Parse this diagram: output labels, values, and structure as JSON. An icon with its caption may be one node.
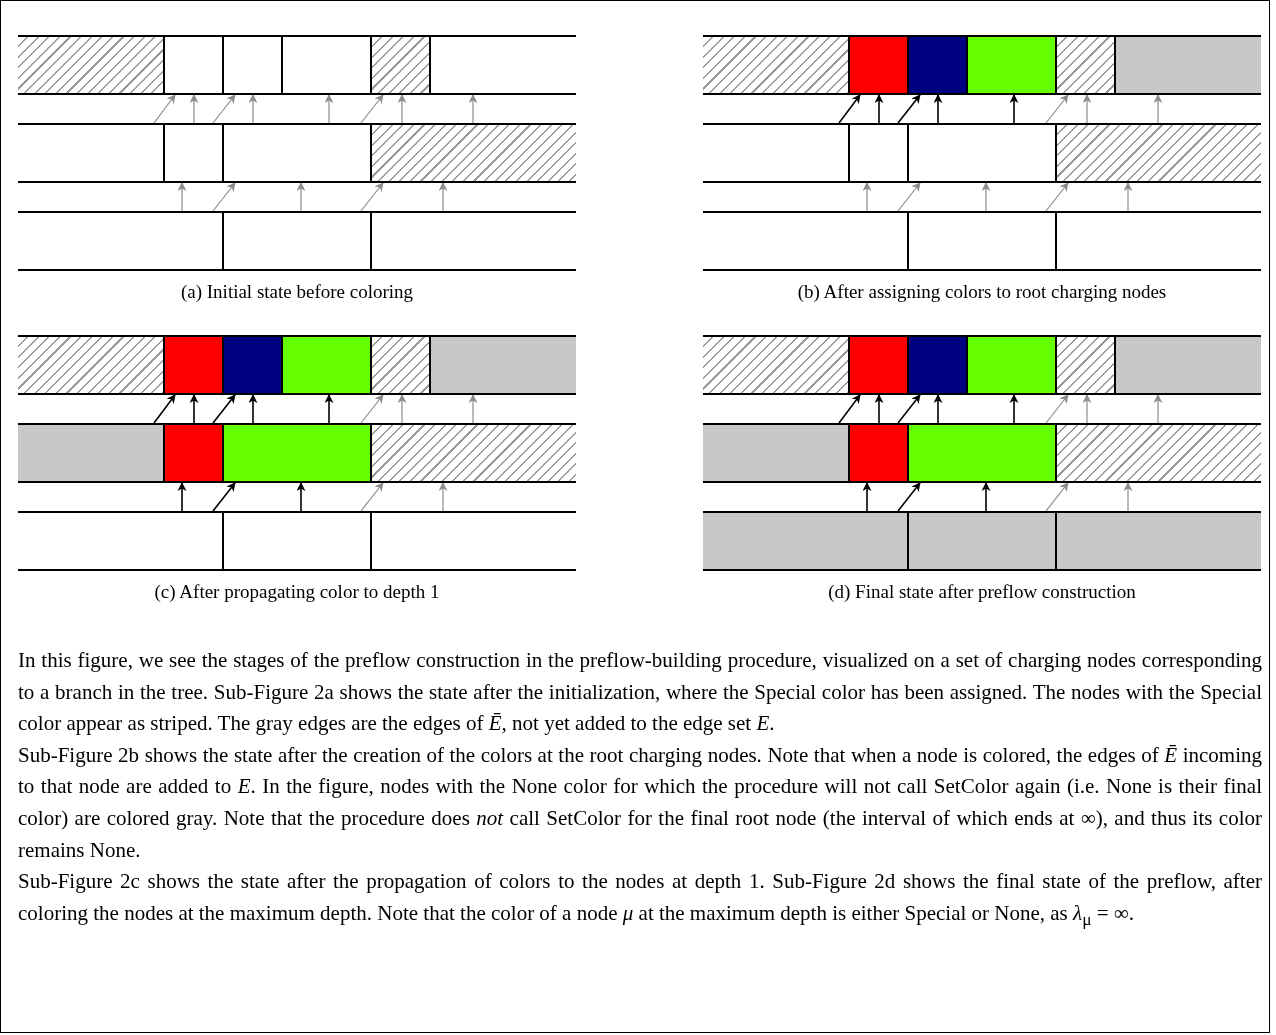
{
  "diagram": {
    "nodes": [
      {
        "text": [],
        "shape": "box"
      },
      {
        "text": [],
        "shape": "box"
      },
      {
        "text": [],
        "shape": "box"
      },
      {
        "text": [],
        "shape": "box"
      },
      {
        "text": [],
        "shape": "box"
      },
      {
        "text": [],
        "shape": "box"
      },
      {
        "text": [],
        "shape": "box"
      },
      {
        "text": [],
        "shape": "box"
      },
      {
        "text": [],
        "shape": "box"
      },
      {
        "text": [],
        "shape": "box"
      },
      {
        "text": [],
        "shape": "box"
      },
      {
        "text": [],
        "shape": "box"
      },
      {
        "text": [],
        "shape": "box"
      },
      {
        "text": [],
        "shape": "box"
      },
      {
        "text": [],
        "shape": "box"
      },
      {
        "text": [],
        "shape": "box"
      },
      {
        "text": [],
        "shape": "box"
      },
      {
        "text": [],
        "shape": "box"
      },
      {
        "text": [],
        "shape": "box"
      },
      {
        "text": [],
        "shape": "box"
      },
      {
        "text": [],
        "shape": "box"
      },
      {
        "text": [],
        "shape": "box"
      },
      {
        "text": [],
        "shape": "box"
      },
      {
        "text": [],
        "shape": "box"
      },
      {
        "text": [],
        "shape": "box"
      },
      {
        "text": [],
        "shape": "box"
      },
      {
        "text": [],
        "shape": "box"
      },
      {
        "text": [],
        "shape": "box"
      },
      {
        "text": [],
        "shape": "box"
      },
      {
        "text": [],
        "shape": "box"
      },
      {
        "text": [],
        "shape": "box"
      },
      {
        "text": [],
        "shape": "box"
      },
      {
        "text": [],
        "shape": "box"
      },
      {
        "text": [],
        "shape": "box"
      },
      {
        "text": [],
        "shape": "box"
      },
      {
        "text": [],
        "shape": "box"
      },
      {
        "text": [],
        "shape": "box"
      },
      {
        "text": [],
        "shape": "box"
      },
      {
        "text": [],
        "shape": "box"
      },
      {
        "text": [],
        "shape": "box"
      },
      {
        "text": [],
        "shape": "box"
      },
      {
        "text": [],
        "shape": "box"
      },
      {
        "text": [],
        "shape": "box"
      },
      {
        "text": [],
        "shape": "box"
      },
      {
        "text": [],
        "shape": "box"
      },
      {
        "text": [],
        "shape": "box"
      },
      {
        "text": [],
        "shape": "box"
      },
      {
        "text": [],
        "shape": "box"
      },
      {
        "text": [],
        "shape": "box"
      },
      {
        "text": [],
        "shape": "box"
      },
      {
        "text": [],
        "shape": "box"
      },
      {
        "text": [],
        "shape": "box"
      }
    ],
    "edges": [
      {
        "from": 6,
        "to": 1,
        "arrow": "to"
      },
      {
        "from": 7,
        "to": 1,
        "arrow": "to"
      },
      {
        "from": 7,
        "to": 2,
        "arrow": "to"
      },
      {
        "from": 8,
        "to": 2,
        "arrow": "to"
      },
      {
        "from": 8,
        "to": 3,
        "arrow": "to"
      },
      {
        "from": 8,
        "to": 4,
        "arrow": "to"
      },
      {
        "from": 9,
        "to": 4,
        "arrow": "to"
      },
      {
        "from": 9,
        "to": 5,
        "arrow": "to"
      },
      {
        "from": 10,
        "to": 7,
        "arrow": "to"
      },
      {
        "from": 10,
        "to": 8,
        "arrow": "to"
      },
      {
        "from": 11,
        "to": 8,
        "arrow": "to"
      },
      {
        "from": 11,
        "to": 9,
        "arrow": "to"
      },
      {
        "from": 12,
        "to": 9,
        "arrow": "to"
      },
      {
        "from": 19,
        "to": 14,
        "arrow": "to",
        "color": "#000000"
      },
      {
        "from": 20,
        "to": 14,
        "arrow": "to",
        "color": "#000000"
      },
      {
        "from": 20,
        "to": 15,
        "arrow": "to",
        "color": "#000000"
      },
      {
        "from": 21,
        "to": 15,
        "arrow": "to",
        "color": "#000000"
      },
      {
        "from": 21,
        "to": 16,
        "arrow": "to",
        "color": "#000000"
      },
      {
        "from": 21,
        "to": 17,
        "arrow": "to"
      },
      {
        "from": 22,
        "to": 17,
        "arrow": "to"
      },
      {
        "from": 22,
        "to": 18,
        "arrow": "to"
      },
      {
        "from": 23,
        "to": 20,
        "arrow": "to"
      },
      {
        "from": 23,
        "to": 21,
        "arrow": "to"
      },
      {
        "from": 24,
        "to": 21,
        "arrow": "to"
      },
      {
        "from": 24,
        "to": 22,
        "arrow": "to"
      },
      {
        "from": 25,
        "to": 22,
        "arrow": "to"
      },
      {
        "from": 32,
        "to": 27,
        "arrow": "to",
        "color": "#000000"
      },
      {
        "from": 33,
        "to": 27,
        "arrow": "to",
        "color": "#000000"
      },
      {
        "from": 33,
        "to": 28,
        "arrow": "to",
        "color": "#000000"
      },
      {
        "from": 34,
        "to": 28,
        "arrow": "to",
        "color": "#000000"
      },
      {
        "from": 34,
        "to": 29,
        "arrow": "to",
        "color": "#000000"
      },
      {
        "from": 34,
        "to": 30,
        "arrow": "to"
      },
      {
        "from": 35,
        "to": 30,
        "arrow": "to"
      },
      {
        "from": 35,
        "to": 31,
        "arrow": "to"
      },
      {
        "from": 36,
        "to": 33,
        "arrow": "to",
        "color": "#000000"
      },
      {
        "from": 36,
        "to": 34,
        "arrow": "to",
        "color": "#000000"
      },
      {
        "from": 37,
        "to": 34,
        "arrow": "to",
        "color": "#000000"
      },
      {
        "from": 37,
        "to": 35,
        "arrow": "to"
      },
      {
        "from": 38,
        "to": 35,
        "arrow": "to"
      },
      {
        "from": 45,
        "to": 40,
        "arrow": "to",
        "color": "#000000"
      },
      {
        "from": 46,
        "to": 40,
        "arrow": "to",
        "color": "#000000"
      },
      {
        "from": 46,
        "to": 41,
        "arrow": "to",
        "color": "#000000"
      },
      {
        "from": 47,
        "to": 41,
        "arrow": "to",
        "color": "#000000"
      },
      {
        "from": 47,
        "to": 42,
        "arrow": "to",
        "color": "#000000"
      },
      {
        "from": 47,
        "to": 43,
        "arrow": "to"
      },
      {
        "from": 48,
        "to": 43,
        "arrow": "to"
      },
      {
        "from": 48,
        "to": 44,
        "arrow": "to"
      },
      {
        "from": 49,
        "to": 46,
        "arrow": "to",
        "color": "#000000"
      },
      {
        "from": 49,
        "to": 47,
        "arrow": "to",
        "color": "#000000"
      },
      {
        "from": 50,
        "to": 47,
        "arrow": "to",
        "color": "#000000"
      },
      {
        "from": 50,
        "to": 48,
        "arrow": "to"
      },
      {
        "from": 51,
        "to": 48,
        "arrow": "to"
      }
    ],
    "labels": [
      "(a) Initial state before coloring",
      "(b) After assigning colors to root charging nodes",
      "(c) After propagating color to depth 1",
      "(d) Final state after preflow construction",
      "In this figure, we see the stages of the preflow construction in the preflow-building procedure, visualized on a set of charging nodes corresponding to a branch in the tree. Sub-Figure 2a shows the state after the initialization, where the Special color has been assigned. The nodes with the Special color appear as striped. The gray edges are the edges of *Ē*, not yet added to the edge set *E*.",
      "Sub-Figure 2b shows the state after the creation of the colors at the root charging nodes. Note that when a node is colored, the edges of *Ē* incoming to that node are added to *E*. In the figure, nodes with the None color for which the procedure will not call SetColor again (i.e. None is their final color) are colored gray. Note that the procedure does *not* call SetColor for the final root node (the interval of which ends at ∞), and thus its color remains None.",
      "Sub-Figure 2c shows the state after the propagation of colors to the nodes at depth 1. Sub-Figure 2d shows the final state of the preflow, after coloring the nodes at the maximum depth. Note that the color of a node *μ* at the maximum depth is either Special or None, as *λ*$_{μ}$ = ∞."
    ]
  }
}
